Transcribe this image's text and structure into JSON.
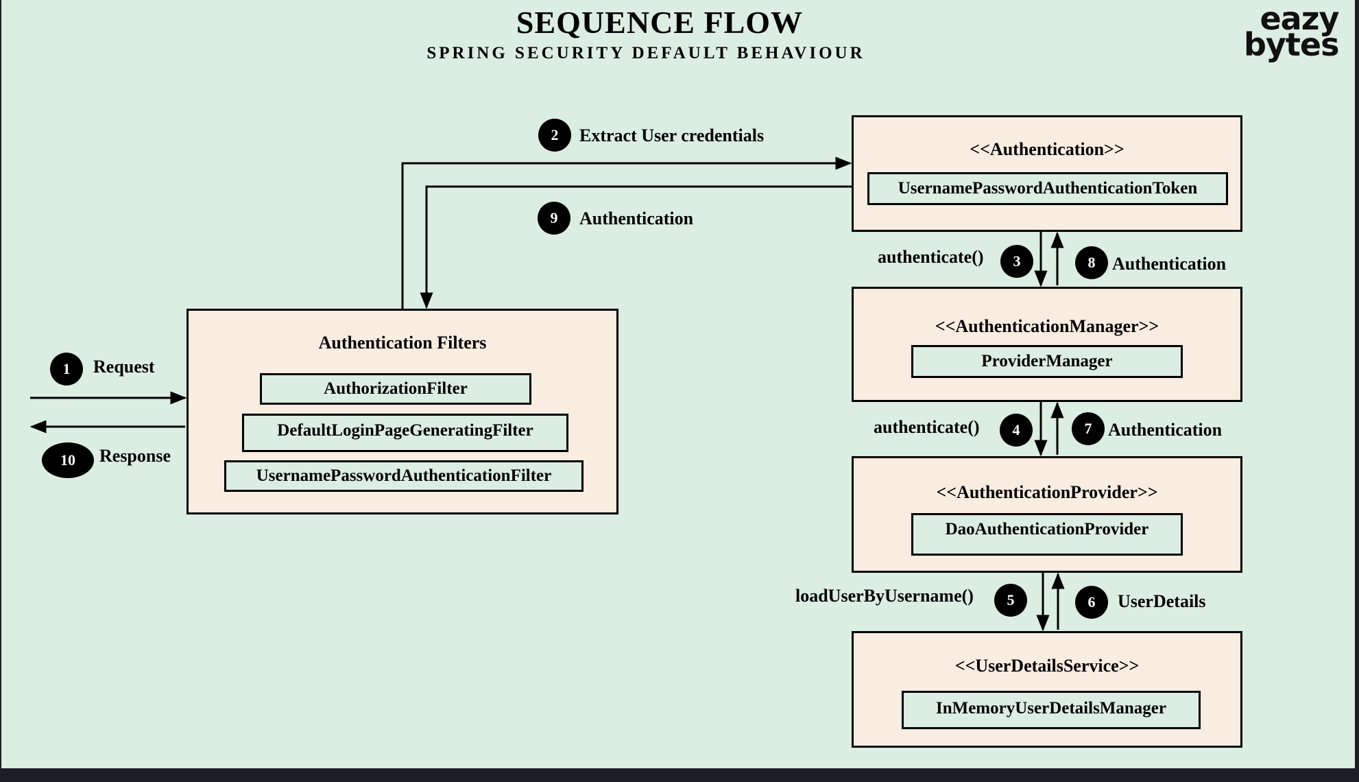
{
  "header": {
    "title": "SEQUENCE FLOW",
    "subtitle": "SPRING SECURITY DEFAULT BEHAVIOUR"
  },
  "logo": {
    "line1": "eazy",
    "line2": "bytes"
  },
  "filters_box": {
    "title": "Authentication Filters",
    "items": [
      "AuthorizationFilter",
      "DefaultLoginPageGeneratingFilter",
      "UsernamePasswordAuthenticationFilter"
    ]
  },
  "authentication_box": {
    "title": "<<Authentication>>",
    "impl": "UsernamePasswordAuthenticationToken"
  },
  "manager_box": {
    "title": "<<AuthenticationManager>>",
    "impl": "ProviderManager"
  },
  "provider_box": {
    "title": "<<AuthenticationProvider>>",
    "impl": "DaoAuthenticationProvider"
  },
  "uds_box": {
    "title": "<<UserDetailsService>>",
    "impl": "InMemoryUserDetailsManager"
  },
  "steps": [
    {
      "num": "1",
      "label": "Request"
    },
    {
      "num": "2",
      "label": "Extract User credentials"
    },
    {
      "num": "3",
      "label": "authenticate()"
    },
    {
      "num": "4",
      "label": "authenticate()"
    },
    {
      "num": "5",
      "label": "loadUserByUsername()"
    },
    {
      "num": "6",
      "label": "UserDetails"
    },
    {
      "num": "7",
      "label": "Authentication"
    },
    {
      "num": "8",
      "label": "Authentication"
    },
    {
      "num": "9",
      "label": "Authentication"
    },
    {
      "num": "10",
      "label": "Response"
    }
  ]
}
